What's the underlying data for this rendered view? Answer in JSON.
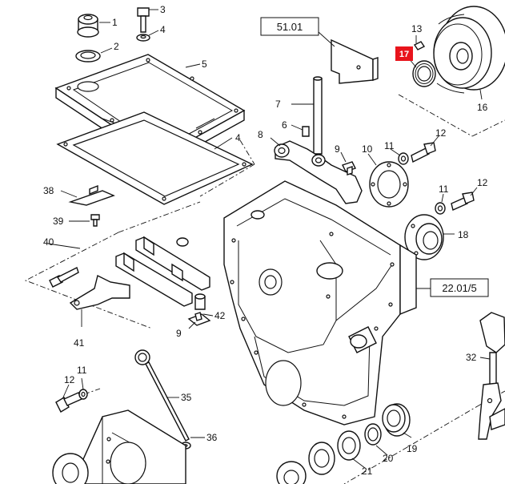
{
  "diagram": {
    "highlight_color": "#e8141c",
    "highlighted_part": "17",
    "reference_boxes": [
      "51.01",
      "22.01/5"
    ],
    "part_labels": {
      "p1": "1",
      "p2": "2",
      "p3": "3",
      "p4": "4",
      "p5": "5",
      "p6": "6",
      "p7": "7",
      "p8": "8",
      "p9a": "9",
      "p9b": "9",
      "p10": "10",
      "p11a": "11",
      "p11b": "11",
      "p11c": "11",
      "p12a": "12",
      "p12b": "12",
      "p12c": "12",
      "p13": "13",
      "p16": "16",
      "p17": "17",
      "p18": "18",
      "p19": "19",
      "p20": "20",
      "p21": "21",
      "p32": "32",
      "p35": "35",
      "p36": "36",
      "p38": "38",
      "p39": "39",
      "p40": "40",
      "p41": "41",
      "p42": "42"
    }
  }
}
